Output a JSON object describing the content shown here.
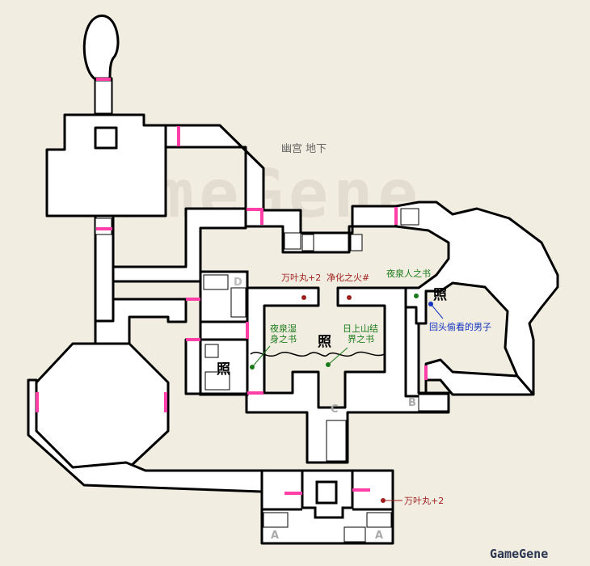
{
  "map": {
    "title": "幽宫 地下",
    "watermark": "GameGene",
    "brand": "GameGene",
    "colors": {
      "background": "#f1ede0",
      "floor": "#ffffff",
      "wall": "#000000",
      "door": "#ff3ea8",
      "item_red": "#a02020",
      "item_green": "#1a7a1a",
      "item_blue": "#1030c0"
    },
    "markers": {
      "d": "D",
      "c": "C",
      "b": "B",
      "a_left": "A",
      "a_right": "A",
      "light1": "照",
      "light2": "照",
      "light3": "照"
    },
    "items": {
      "wanye_top": "万叶丸+2",
      "jinghua": "净化之火#",
      "yequan_ren": "夜泉人之书",
      "yequan_shi_1": "夜泉湿",
      "yequan_shi_2": "身之书",
      "rishang_1": "日上山结",
      "rishang_2": "界之书",
      "huitou": "回头偷看的男子",
      "wanye_bottom": "万叶丸+2"
    }
  }
}
